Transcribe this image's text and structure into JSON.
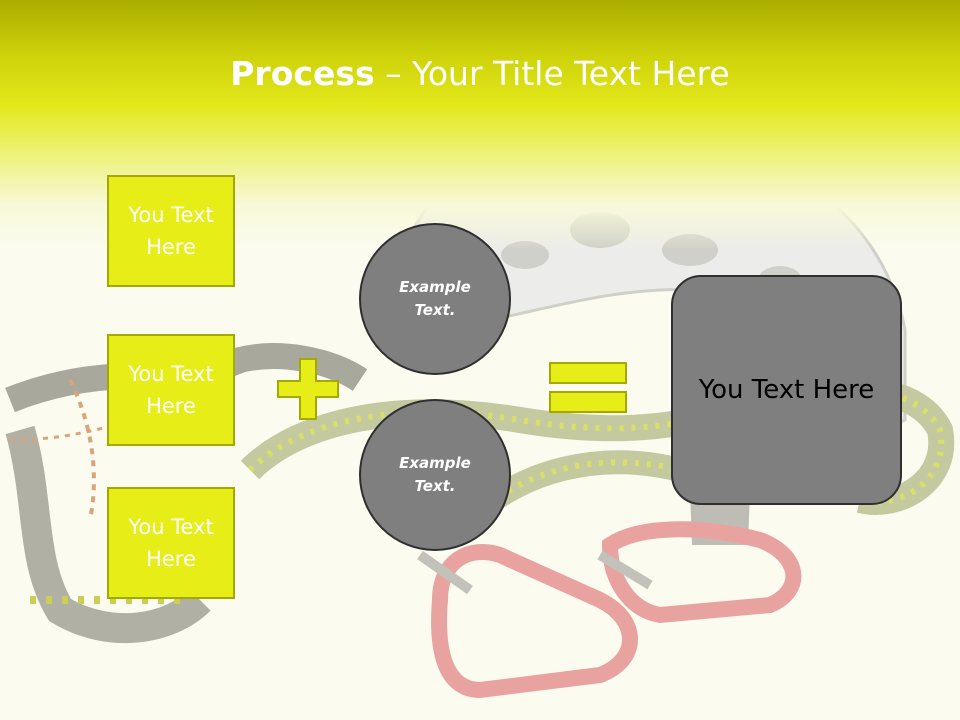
{
  "title": {
    "bold": "Process",
    "rest": " – Your Title Text Here"
  },
  "boxes": [
    {
      "label": "You Text Here"
    },
    {
      "label": "You Text Here"
    },
    {
      "label": "You Text Here"
    }
  ],
  "circles": [
    {
      "label": "Example Text."
    },
    {
      "label": "Example Text."
    }
  ],
  "result": {
    "label": "You Text Here"
  },
  "operators": {
    "plus": "plus-icon",
    "equals": "equals-icon"
  },
  "colors": {
    "accent": "#e6ed17",
    "accent_border": "#a3a900",
    "shape_gray": "#7f7f7f",
    "shape_border": "#2f2f2f"
  }
}
